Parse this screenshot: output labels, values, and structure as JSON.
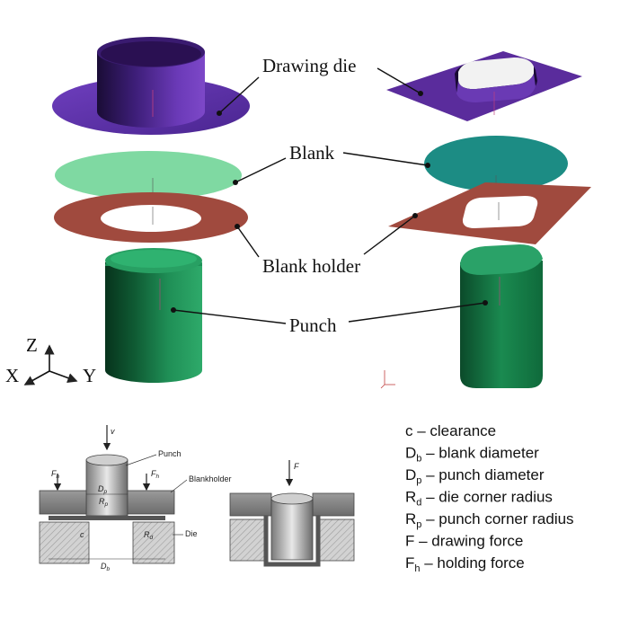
{
  "callouts": {
    "drawing_die": "Drawing die",
    "blank": "Blank",
    "blank_holder": "Blank holder",
    "punch": "Punch"
  },
  "axes": {
    "z": "Z",
    "x": "X",
    "y": "Y"
  },
  "schematic": {
    "velocity": "v",
    "punch": "Punch",
    "holding_force": "F",
    "holding_force_sub": "h",
    "blankholder": "Blankholder",
    "punch_diameter": "D",
    "punch_diameter_sub": "p",
    "punch_radius": "R",
    "punch_radius_sub": "p",
    "clearance": "c",
    "die_radius": "R",
    "die_radius_sub": "d",
    "die": "Die",
    "blank_diameter": "D",
    "blank_diameter_sub": "b",
    "drawing_force": "F"
  },
  "legend": [
    {
      "sym": "c",
      "sub": "",
      "text": " – clearance"
    },
    {
      "sym": "D",
      "sub": "b",
      "text": " – blank diameter"
    },
    {
      "sym": "D",
      "sub": "p",
      "text": " – punch diameter"
    },
    {
      "sym": "R",
      "sub": "d",
      "text": " – die corner radius"
    },
    {
      "sym": "R",
      "sub": "p",
      "text": " – punch corner radius"
    },
    {
      "sym": "F",
      "sub": "",
      "text": " – drawing force"
    },
    {
      "sym": "F",
      "sub": "h",
      "text": " – holding force"
    }
  ],
  "colors": {
    "die": "#5a2c9c",
    "blank_round": "#7fd9a2",
    "blank_square": "#1c8c84",
    "holder": "#a04a3e",
    "punch": "#1f8a55"
  }
}
